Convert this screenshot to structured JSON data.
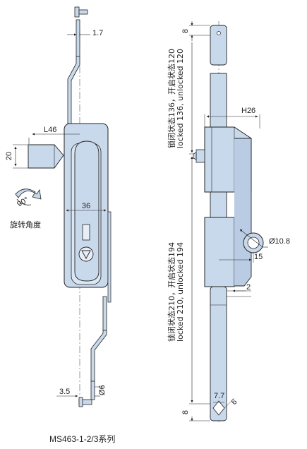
{
  "left_view": {
    "dims": {
      "thickness": "1.7",
      "handle_length": "L46",
      "handle_height": "20",
      "body_width": "36",
      "rod_offset": "3.5",
      "hole_dia": "Ø6"
    },
    "rotation_angle": "90°",
    "rotation_label": "旋转角度"
  },
  "right_view": {
    "dims": {
      "top_end": "8",
      "head_width": "H26",
      "ring_dia": "Ø10.8",
      "ring_offset": "15",
      "gap": "2",
      "bottom_slot": "7.7",
      "bottom_width": "6",
      "bottom_end": "8"
    },
    "upper_rod": {
      "line1": "锁闭状态136，开启状态120",
      "line2": "locked 136, unlocked 120"
    },
    "lower_rod": {
      "line1": "锁闭状态210，开启状态194",
      "line2": "locked 210, unlocked 194"
    }
  },
  "caption": "MS463-1-2/3系列",
  "colors": {
    "metal": "#c9d9ec",
    "metal_dark": "#a9bfd9",
    "outline": "#222222"
  }
}
